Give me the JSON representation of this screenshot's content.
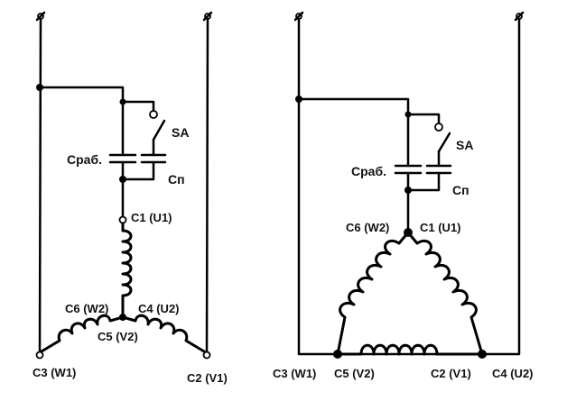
{
  "left": {
    "labels": {
      "c_work": "Сраб.",
      "switch": "SA",
      "c_start": "Сп",
      "c1": "C1 (U1)",
      "c6": "C6 (W2)",
      "c4": "C4 (U2)",
      "c5": "C5 (V2)",
      "c3": "C3 (W1)",
      "c2": "C2 (V1)"
    }
  },
  "right": {
    "labels": {
      "c_work": "Сраб.",
      "switch": "SA",
      "c_start": "Сп",
      "c6": "C6 (W2)",
      "c1": "C1 (U1)",
      "c3": "C3 (W1)",
      "c5": "C5 (V2)",
      "c2": "C2 (V1)",
      "c4": "C4 (U2)"
    }
  }
}
